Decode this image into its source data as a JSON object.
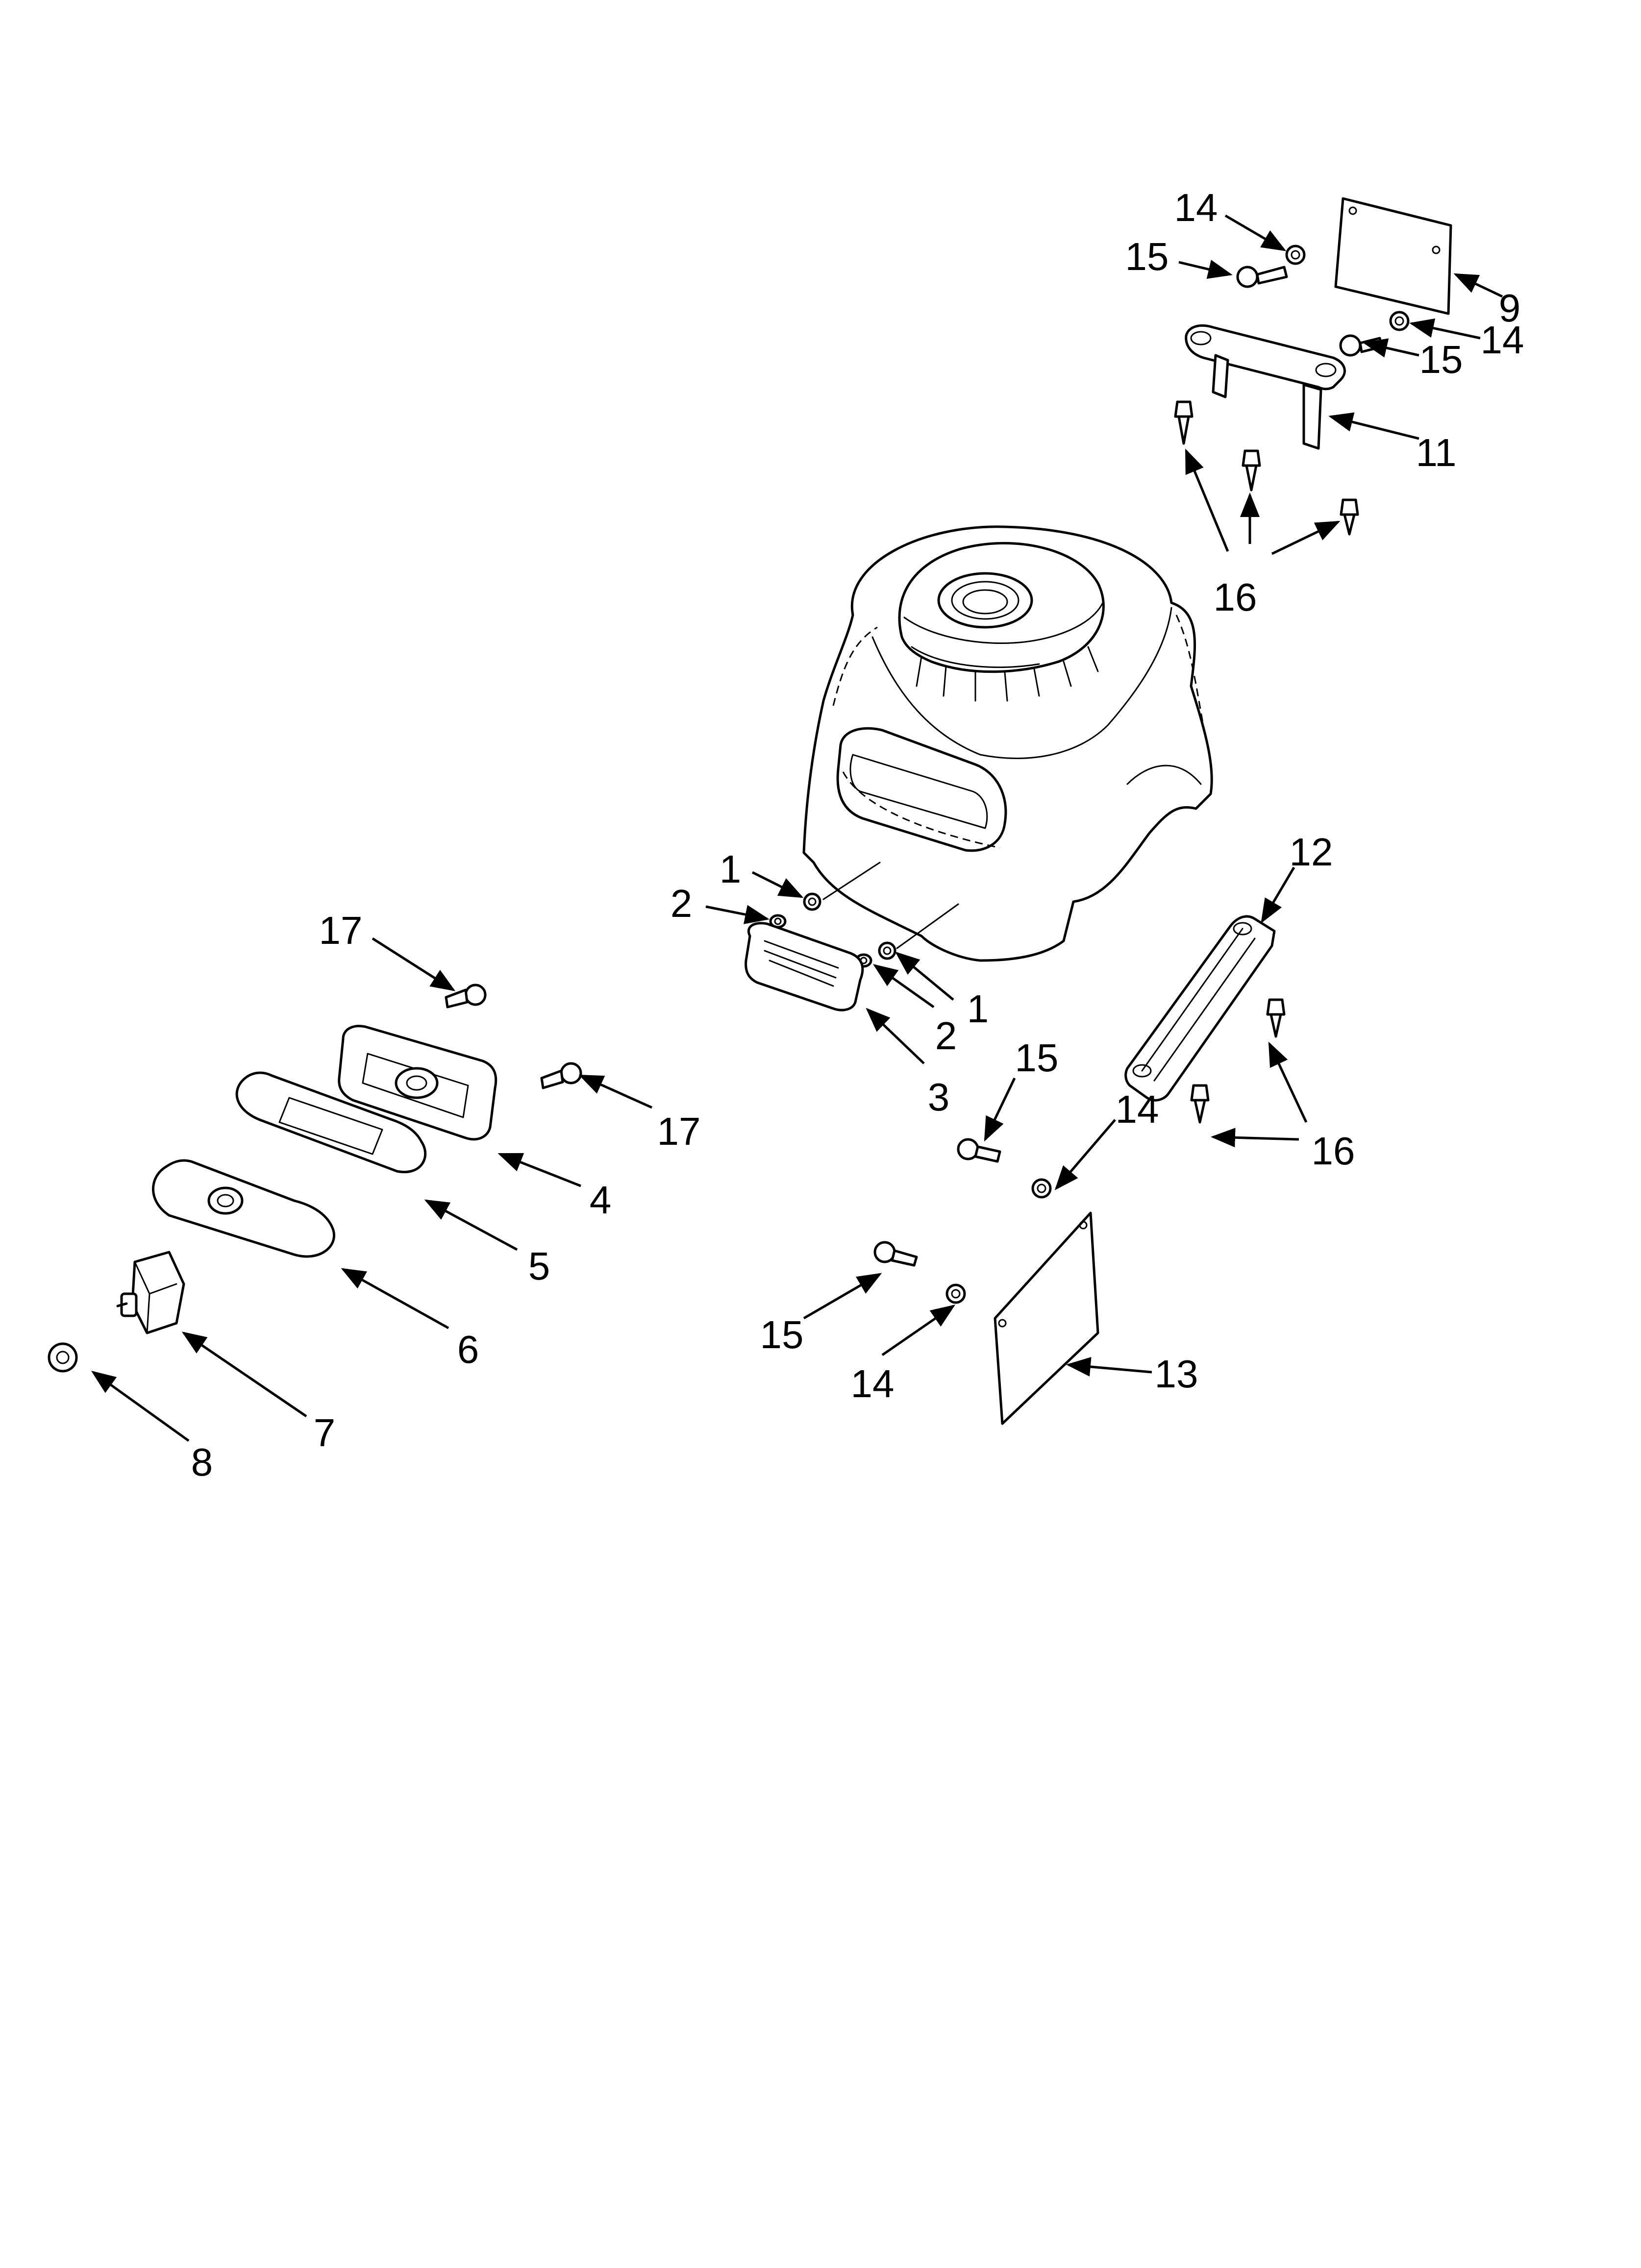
{
  "diagram": {
    "callouts": [
      {
        "label": "14"
      },
      {
        "label": "15"
      },
      {
        "label": "9"
      },
      {
        "label": "14"
      },
      {
        "label": "15"
      },
      {
        "label": "11"
      },
      {
        "label": "16"
      },
      {
        "label": "12"
      },
      {
        "label": "1"
      },
      {
        "label": "2"
      },
      {
        "label": "2"
      },
      {
        "label": "1"
      },
      {
        "label": "3"
      },
      {
        "label": "17"
      },
      {
        "label": "17"
      },
      {
        "label": "4"
      },
      {
        "label": "5"
      },
      {
        "label": "6"
      },
      {
        "label": "7"
      },
      {
        "label": "8"
      },
      {
        "label": "15"
      },
      {
        "label": "14"
      },
      {
        "label": "16"
      },
      {
        "label": "15"
      },
      {
        "label": "14"
      },
      {
        "label": "13"
      }
    ],
    "colors": {
      "ink": "#000000",
      "paper": "#ffffff"
    }
  }
}
